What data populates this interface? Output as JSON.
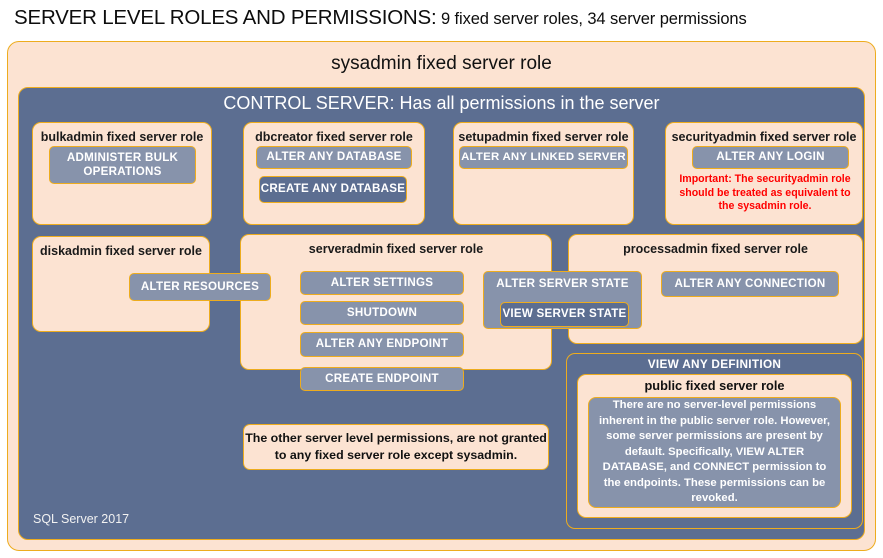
{
  "title": {
    "strong": "SERVER LEVEL ROLES AND PERMISSIONS:",
    "rest": "9 fixed server roles, 34 server permissions"
  },
  "sysadmin": {
    "label": "sysadmin  fixed  server  role"
  },
  "control_server": {
    "label": "CONTROL SERVER: Has all permissions in the server"
  },
  "footer": {
    "product": "SQL Server 2017"
  },
  "roles": [
    {
      "id": "bulkadmin",
      "title": "bulkadmin  fixed server role",
      "permissions": [
        {
          "label": "ADMINISTER  BULK OPERATIONS",
          "shade": "light"
        }
      ]
    },
    {
      "id": "dbcreator",
      "title": "dbcreator fixed server role",
      "permissions": [
        {
          "label": "ALTER  ANY DATABASE",
          "shade": "light"
        },
        {
          "label": "CREATE  ANY DATABASE",
          "shade": "dark"
        }
      ]
    },
    {
      "id": "setupadmin",
      "title": "setupadmin fixed server role",
      "permissions": [
        {
          "label": "ALTER ANY LINKED SERVER",
          "shade": "light"
        }
      ]
    },
    {
      "id": "securityadmin",
      "title": "securityadmin  fixed server role",
      "permissions": [
        {
          "label": "ALTER ANY LOGIN",
          "shade": "light"
        }
      ],
      "warning": "Important:  The securityadmin role should  be treated  as equivalent to the  sysadmin role."
    },
    {
      "id": "diskadmin",
      "title": "diskadmin fixed server role",
      "permissions": [
        {
          "label": "ALTER RESOURCES",
          "shade": "light"
        }
      ]
    },
    {
      "id": "serveradmin",
      "title": "serveradmin fixed server role",
      "permissions": [
        {
          "label": "ALTER SETTINGS",
          "shade": "light"
        },
        {
          "label": "SHUTDOWN",
          "shade": "light"
        },
        {
          "label": "ALTER ANY ENDPOINT",
          "shade": "light"
        },
        {
          "label": "CREATE  ENDPOINT",
          "shade": "light"
        },
        {
          "label": "ALTER SERVER  STATE",
          "shade": "light"
        },
        {
          "label": "VIEW SERVER  STATE",
          "shade": "dark"
        }
      ]
    },
    {
      "id": "processadmin",
      "title": "processadmin fixed server role",
      "permissions": [
        {
          "label": "ALTER ANY CONNECTION",
          "shade": "light"
        }
      ]
    },
    {
      "id": "public",
      "header_permission": "VIEW ANY DEFINITION",
      "title": "public  fixed server role",
      "body": "There are no server-level permissions inherent in the public server role. However, some server permissions are present by default. Specifically, VIEW ALTER DATABASE, and CONNECT permission to the endpoints. These permissions can be revoked."
    }
  ],
  "notes": {
    "other_permissions": "The other server level permissions,  are not granted to any fixed server role except sysadmin."
  },
  "colors": {
    "peach": "#fce3d2",
    "gold_border": "#edac1e",
    "blue_dark": "#5c6e91",
    "blue_light": "#8793ab",
    "warning_red": "#ff0000",
    "text_dark": "#111111",
    "text_light": "#ffffff"
  }
}
